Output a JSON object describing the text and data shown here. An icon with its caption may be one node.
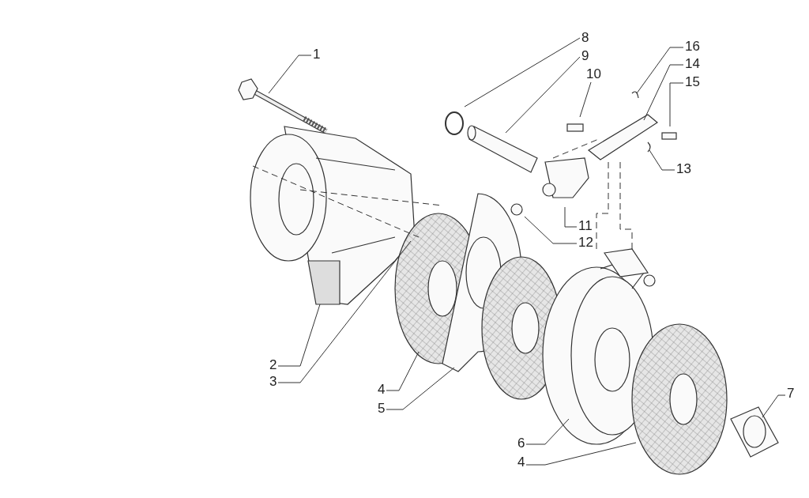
{
  "diagram": {
    "nodes": [
      {
        "text": [
          "8"
        ]
      },
      {
        "text": [
          "16"
        ]
      },
      {
        "text": [
          "1"
        ]
      },
      {
        "text": [
          "9"
        ]
      },
      {
        "text": [
          "14"
        ]
      },
      {
        "text": [
          "10"
        ]
      },
      {
        "text": [
          "15"
        ]
      },
      {
        "text": [
          "13"
        ]
      },
      {
        "text": [
          "11"
        ]
      },
      {
        "text": [
          "12"
        ]
      },
      {
        "text": [
          "2"
        ]
      },
      {
        "text": [
          "3"
        ]
      },
      {
        "text": [
          "4"
        ]
      },
      {
        "text": [
          "7"
        ]
      },
      {
        "text": [
          "5"
        ]
      },
      {
        "text": [
          "6"
        ]
      },
      {
        "text": [
          "4"
        ]
      }
    ],
    "edges": [
      {
        "from": 0,
        "to": null,
        "arrow": "none"
      },
      {
        "from": 1,
        "to": null,
        "arrow": "none"
      },
      {
        "from": 2,
        "to": null,
        "arrow": "none"
      },
      {
        "from": 3,
        "to": null,
        "arrow": "none"
      },
      {
        "from": 4,
        "to": null,
        "arrow": "none"
      },
      {
        "from": 5,
        "to": null,
        "arrow": "none"
      },
      {
        "from": 6,
        "to": null,
        "arrow": "none"
      },
      {
        "from": 7,
        "to": null,
        "arrow": "none"
      },
      {
        "from": 8,
        "to": null,
        "arrow": "none"
      },
      {
        "from": 9,
        "to": null,
        "arrow": "none"
      },
      {
        "from": 10,
        "to": null,
        "arrow": "none"
      },
      {
        "from": 11,
        "to": null,
        "arrow": "none"
      },
      {
        "from": 12,
        "to": null,
        "arrow": "none"
      },
      {
        "from": 13,
        "to": null,
        "arrow": "none"
      },
      {
        "from": 14,
        "to": null,
        "arrow": "none"
      },
      {
        "from": 15,
        "to": null,
        "arrow": "none"
      },
      {
        "from": 16,
        "to": null,
        "arrow": "none"
      }
    ]
  }
}
